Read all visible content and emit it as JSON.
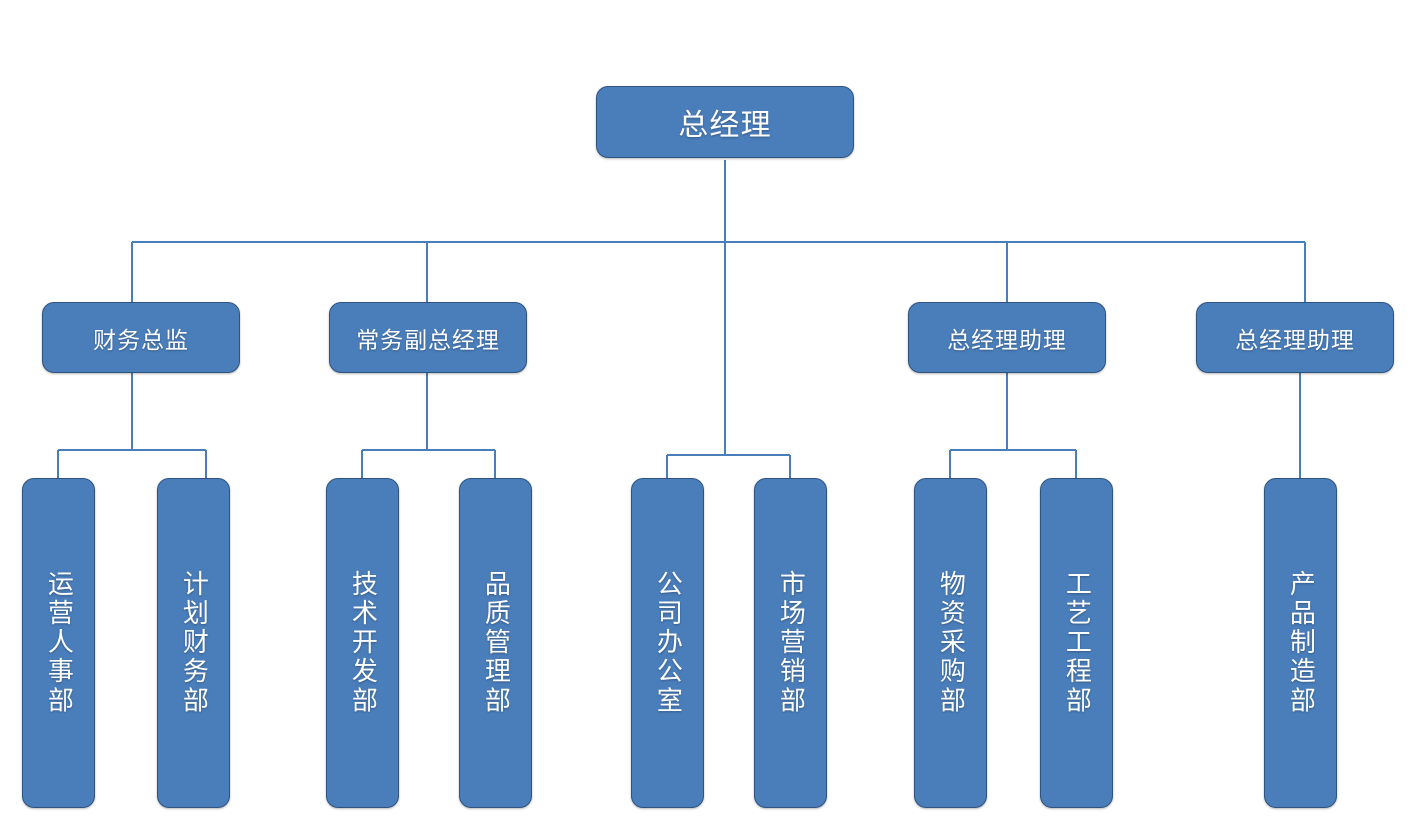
{
  "diagram": {
    "type": "organization-chart",
    "orientation": "top-down",
    "levels": 3,
    "colors": {
      "node_fill": "#4a7ebb",
      "node_border": "#2e5380",
      "node_text": "#ffffff",
      "connector": "#4a7ebb",
      "background": "#ffffff"
    }
  },
  "root": {
    "id": "general-manager",
    "label": "总经理"
  },
  "managers": [
    {
      "id": "cfo",
      "label": "财务总监"
    },
    {
      "id": "exec-deputy-gm",
      "label": "常务副总经理"
    },
    {
      "id": "gm-assistant-1",
      "label": "总经理助理"
    },
    {
      "id": "gm-assistant-2",
      "label": "总经理助理"
    }
  ],
  "departments": [
    {
      "id": "operations-hr",
      "label": "运营人事部",
      "parent": "cfo"
    },
    {
      "id": "planning-finance",
      "label": "计划财务部",
      "parent": "cfo"
    },
    {
      "id": "tech-development",
      "label": "技术开发部",
      "parent": "exec-deputy-gm"
    },
    {
      "id": "quality-management",
      "label": "品质管理部",
      "parent": "exec-deputy-gm"
    },
    {
      "id": "company-office",
      "label": "公司办公室",
      "parent": "general-manager"
    },
    {
      "id": "marketing",
      "label": "市场营销部",
      "parent": "general-manager"
    },
    {
      "id": "procurement",
      "label": "物资采购部",
      "parent": "gm-assistant-1"
    },
    {
      "id": "process-engineering",
      "label": "工艺工程部",
      "parent": "gm-assistant-1"
    },
    {
      "id": "manufacturing",
      "label": "产品制造部",
      "parent": "gm-assistant-2"
    }
  ]
}
